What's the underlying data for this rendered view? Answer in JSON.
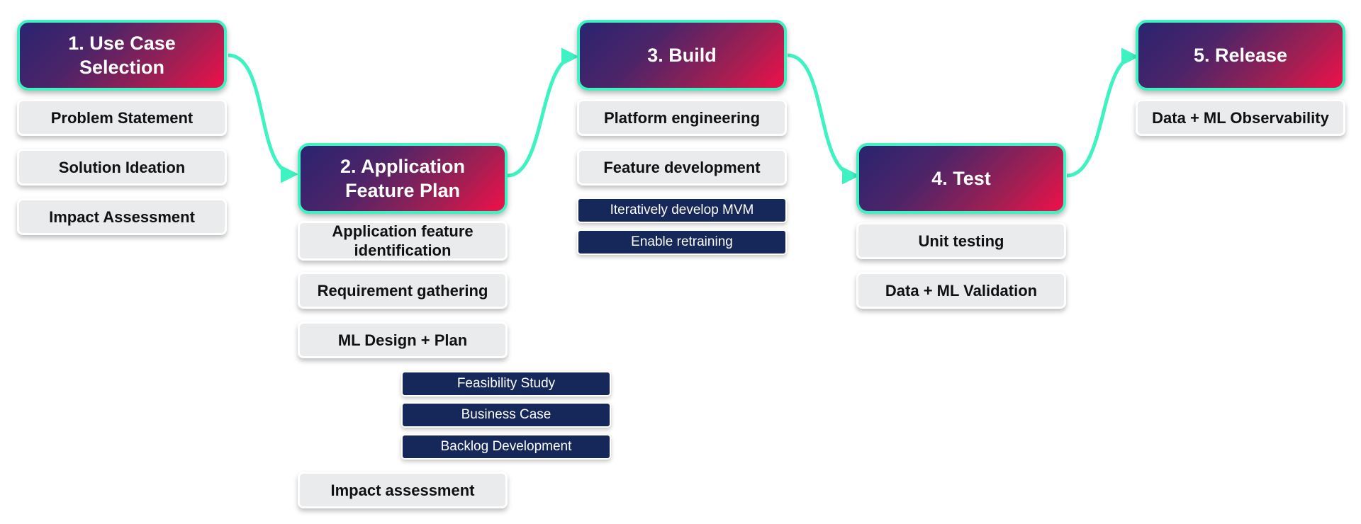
{
  "colors": {
    "connector": "#3ff2c1",
    "stage_gradient_start": "#2a2470",
    "stage_gradient_end": "#f0104a",
    "task_background": "#e9ebed",
    "subtask_background": "#16275a"
  },
  "stages": [
    {
      "label": "1. Use Case Selection",
      "tasks": [
        "Problem Statement",
        "Solution Ideation",
        "Impact Assessment"
      ],
      "subtasks": []
    },
    {
      "label": "2. Application Feature Plan",
      "tasks": [
        "Application feature identification",
        "Requirement gathering",
        "ML Design + Plan",
        "Impact assessment"
      ],
      "subtasks": [
        "Feasibility Study",
        "Business Case",
        "Backlog Development"
      ]
    },
    {
      "label": "3. Build",
      "tasks": [
        "Platform engineering",
        "Feature development"
      ],
      "subtasks": [
        "Iteratively develop MVM",
        "Enable retraining"
      ]
    },
    {
      "label": "4. Test",
      "tasks": [
        "Unit testing",
        "Data + ML Validation"
      ],
      "subtasks": []
    },
    {
      "label": "5. Release",
      "tasks": [
        "Data + ML Observability"
      ],
      "subtasks": []
    }
  ]
}
